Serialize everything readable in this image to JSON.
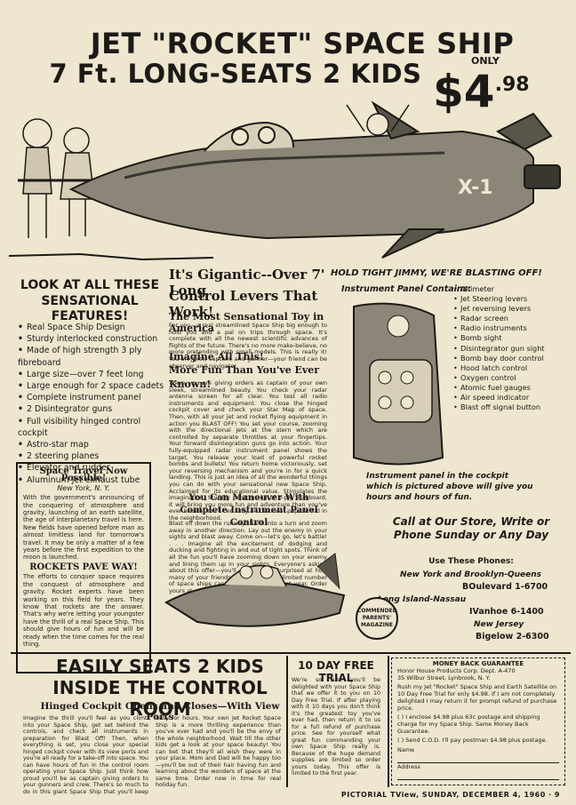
{
  "headline": {
    "line1": "JET \"ROCKET\" SPACE SHIP",
    "line2": "7 Ft. LONG-SEATS 2 KIDS",
    "price_label": "ONLY",
    "price_main": "$4",
    "price_cents": ".98"
  },
  "art": {
    "ship_marking": "X-1"
  },
  "features": {
    "title_line1": "LOOK AT ALL THESE",
    "title_line2": "SENSATIONAL FEATURES!",
    "items": [
      "Real Space Ship Design",
      "Sturdy interlocked construction",
      "Made of high strength 3 ply fibreboard",
      "Large size—over 7 feet long",
      "Large enough for 2 space cadets",
      "Complete instrument panel",
      "2 Disintegrator guns",
      "Full visibility hinged control cockpit",
      "Astro-star map",
      "2 steering planes",
      "Elevator and rudder",
      "Aluminum jet exhaust tube"
    ]
  },
  "news": {
    "heading": "Space Travel Now Possible!",
    "dateline": "New York, N. Y.",
    "para1": "With the government's announcing of the conquering of atmosphere and gravity, launching of an earth satellite, the age of interplanetary travel is here. New fields have opened before man as almost limitless land for tomorrow's travel. It may be only a matter of a few years before the first expedition to the moon is launched.",
    "heading2": "ROCKETS PAVE WAY!",
    "para2": "The efforts to conquer space requires the conquest of atmosphere and gravity. Rocket experts have been working on this field for years. They know that rockets are the answer. That's why we're letting your youngster have the thrill of a real Space Ship. This should give hours of fun and will be ready when the time comes for the real thing."
  },
  "middle": {
    "head1": "It's Gigantic--Over 7' Long",
    "head2": "Control Levers That Work!",
    "sub1": "The Most Sensational Toy in America",
    "text1": "For you—a real streamlined Space Ship big enough to hold you and a pal on trips through space. It's complete with all the newest scientific advances of flights of the future. There's no more make-believe, no more pretending with small models. This is really it! You are pilot, captain, and gunner—your friend can be observer and navigator.",
    "sub2": "Imagine All This!",
    "sub3": "More Fun Than You've Ever Known!",
    "text2": "There you are giving orders as captain of your own sleek, streamlined beauty. You check your radar antenna screen for all clear. You test all radio instruments and equipment. You close the hinged cockpit cover and check your Star Map of space. Then, with all your jet and rocket flying equipment in action you BLAST OFF! You set your course, zooming with the directional jets at the stern which are controlled by separate throttles at your fingertips. Your forward disintegration guns go into action. Your fully-equipped radar instrument panel shows the target. You release your load of powerful rocket bombs and bullets! You return home victoriously, set your reversing mechanism and you're in for a quick landing. This is just an idea of all the wonderful things you can do with your sensational new Space Ship. Acclaimed for its educational value. Stimulates the imagination. Sturdily constructed of 3-ply fibreboard, it will bring you more fun and adventure than you've ever known. You'll certainly be the most popular kid in the neighborhood.",
    "head3_line1": "You Can Maneuver With",
    "head3_line2": "Complete Instrument Panel Control",
    "text3": "Blast off down the runway! Bank into a turn and zoom away in another direction. Lay out the enemy in your sights and blast away. Come on—let's go, let's battle! . . . Imagine all the excitement of dodging and ducking and fighting in and out of tight spots. Think of all the fun you'll have zooming down on your enemy and lining them up in your sights. Everyone's asking about this offer—you'll certainly be surprised at how many of your friends get one! Only a limited number of space ships can be produced this first year. Order yours at once! ONLY $4.98!"
  },
  "panel": {
    "hold_tight": "HOLD TIGHT JIMMY, WE'RE BLASTING OFF!",
    "contains_label": "Instrument Panel Contains:",
    "items": [
      "Altimeter",
      "Jet Steering levers",
      "Jet reversing levers",
      "Radar screen",
      "Radio instruments",
      "Bomb sight",
      "Disintegrator gun sight",
      "Bomb bay door control",
      "Hood latch control",
      "Oxygen control",
      "Atomic fuel gauges",
      "Air speed indicator",
      "Blast off signal button"
    ],
    "caption": "Instrument panel in the cockpit which is pictured above will give you hours and hours of fun."
  },
  "call": {
    "text": "Call at Our Store, Write or Phone Sunday or Any Day",
    "phones_head": "Use These Phones:",
    "regions": [
      {
        "region": "New York and Brooklyn-Queens",
        "number": "BOulevard 1-6700"
      },
      {
        "region": "Long Island-Nassau",
        "number": "IVanhoe 6-1400"
      },
      {
        "region": "New Jersey",
        "number": "Bigelow 2-6300"
      }
    ],
    "seal_text": "COMMENDED PARENTS' MAGAZINE"
  },
  "bottom": {
    "easy1": "EASILY SEATS 2 KIDS",
    "easy2": "INSIDE THE CONTROL ROOM",
    "hinged": "Hinged Cockpit Opens and Closes—With View Ports",
    "text": "Imagine the thrill you'll feel as you climb into your Space Ship, get set behind the controls, and check all instruments in preparation for Blast Off! Then, when everything is set, you close your special hinged cockpit cover with its view ports and you're all ready for a take-off into space. You can have hours of fun in the control room operating your Space Ship. Just think how proud you'll be as captain giving orders to your gunners and crew. There's so much to do in this giant Space Ship that you'll keep busy for hours. Your own Jet Rocket Space Ship is a more thrilling experience than you've ever had and you'll be the envy of the whole neighborhood. Wait till the other kids get a look at your space beauty! You can bet that they'll all wish they were in your place. Mom and Dad will be happy too—you'll be out of their hair having fun and learning about the wonders of space at the same time. Order now in time for real holiday fun."
  },
  "trial": {
    "head": "10 DAY FREE TRIAL",
    "text": "We're so sure you'll be delighted with your Space Ship that we offer it to you on 10 Day Free Trial. If after playing with it 10 days you don't think it's the greatest toy you've ever had, then return it to us for a full refund of purchase price. See for yourself what great fun commanding your own Space Ship really is. Because of the huge demand supplies are limited so order yours today. This offer is limited to the first year."
  },
  "coupon": {
    "head": "MONEY BACK GUARANTEE",
    "address_line1": "Honor House Products Corp. Dept. A-470",
    "address_line2": "35 Wilbur Street, Lynbrook, N. Y.",
    "body": "Rush my Jet \"Rocket\" Space Ship and Earth Satellite on 10 Day Free Trial for only $4.98. If I am not completely delighted I may return it for prompt refund of purchase price.",
    "option1": "( )  I enclose $4.98 plus 63c postage and shipping charge for my Space Ship. Same Money Back Guarantee.",
    "option2": "( )  Send C.O.D. I'll pay postman $4.98 plus postage.",
    "name_label": "Name",
    "address_label": "Address"
  },
  "footer": {
    "text": "PICTORIAL TView, SUNDAY, DECEMBER 4, 1960 · 9"
  }
}
